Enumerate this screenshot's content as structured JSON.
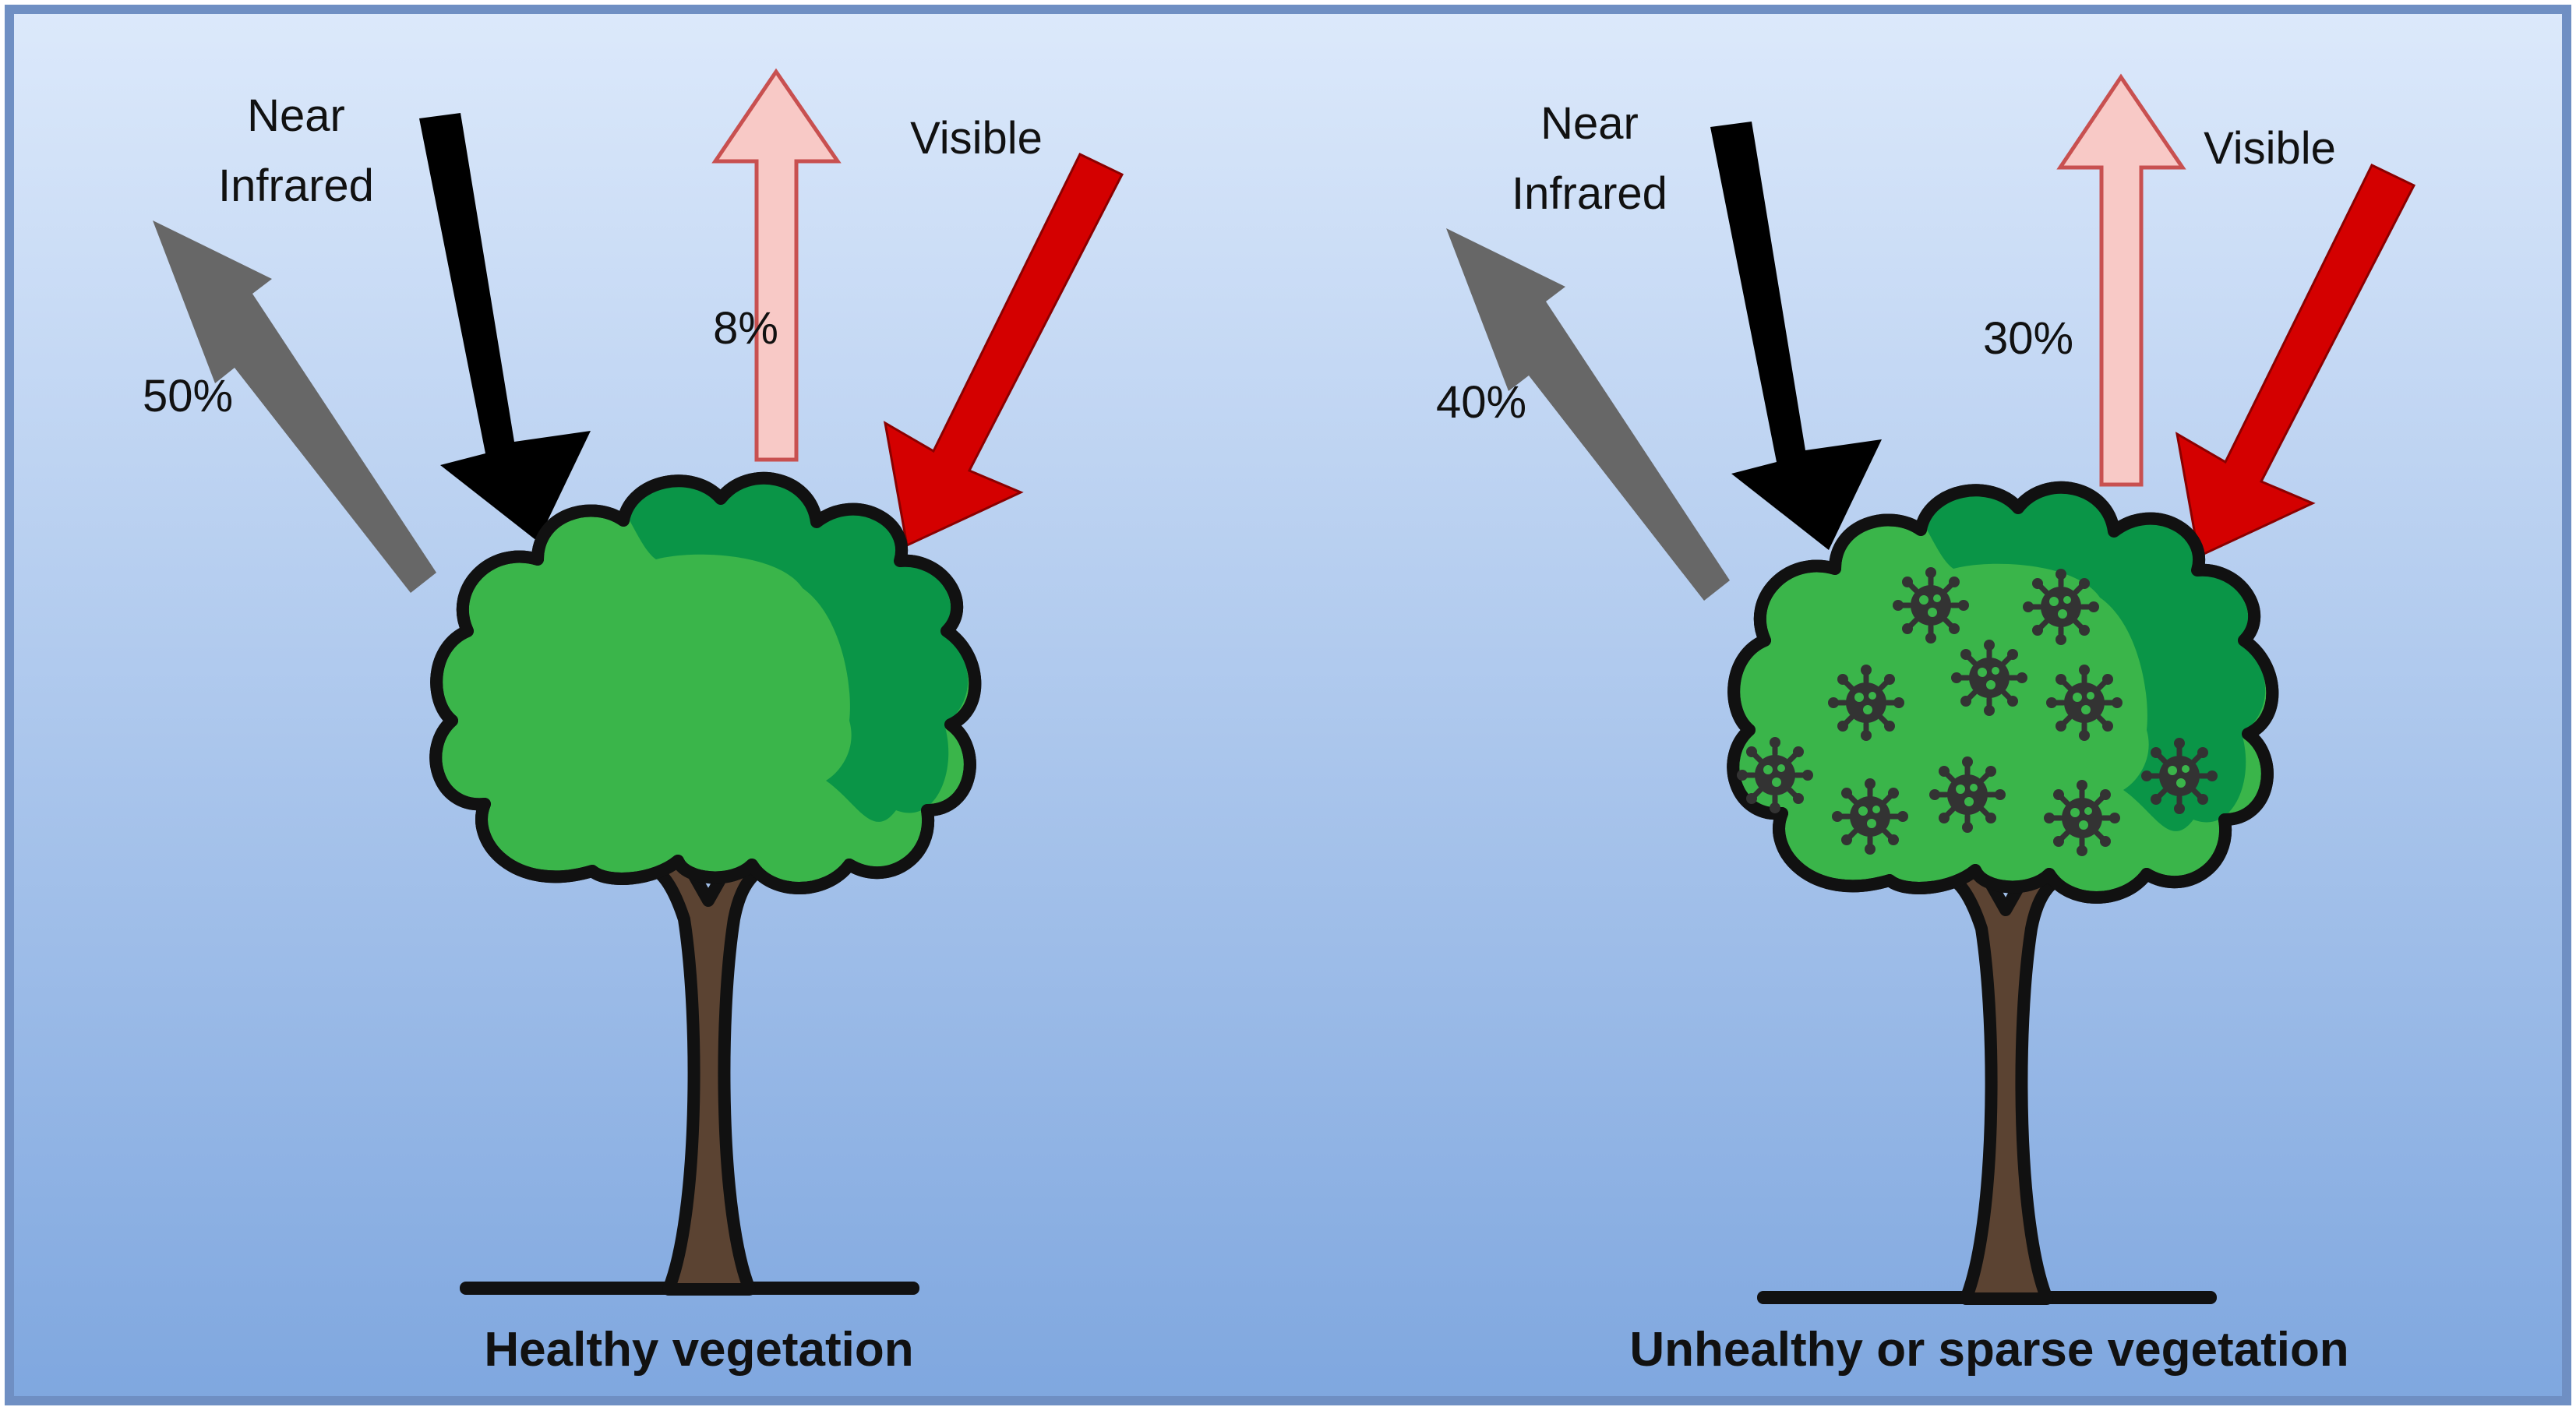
{
  "panels": [
    {
      "caption": "Healthy vegetation",
      "near_infrared": {
        "label_line1": "Near",
        "label_line2": "Infrared",
        "reflected": "50%"
      },
      "visible": {
        "label": "Visible",
        "reflected": "8%"
      },
      "tree_state": "healthy"
    },
    {
      "caption": "Unhealthy or sparse vegetation",
      "near_infrared": {
        "label_line1": "Near",
        "label_line2": "Infrared",
        "reflected": "40%"
      },
      "visible": {
        "label": "Visible",
        "reflected": "30%"
      },
      "tree_state": "diseased"
    }
  ],
  "colors": {
    "background_top": "#dce9fb",
    "background_bottom": "#7fa7df",
    "frame": "#6f8fc3",
    "nir_incoming": "#000000",
    "nir_reflected": "#676767",
    "visible_incoming": "#d40000",
    "visible_reflected": "#f8c9c6",
    "visible_reflected_outline": "#c85050",
    "foliage_light": "#3ab54a",
    "foliage_dark": "#0a9547",
    "trunk": "#5b4332",
    "virus": "#333333"
  }
}
